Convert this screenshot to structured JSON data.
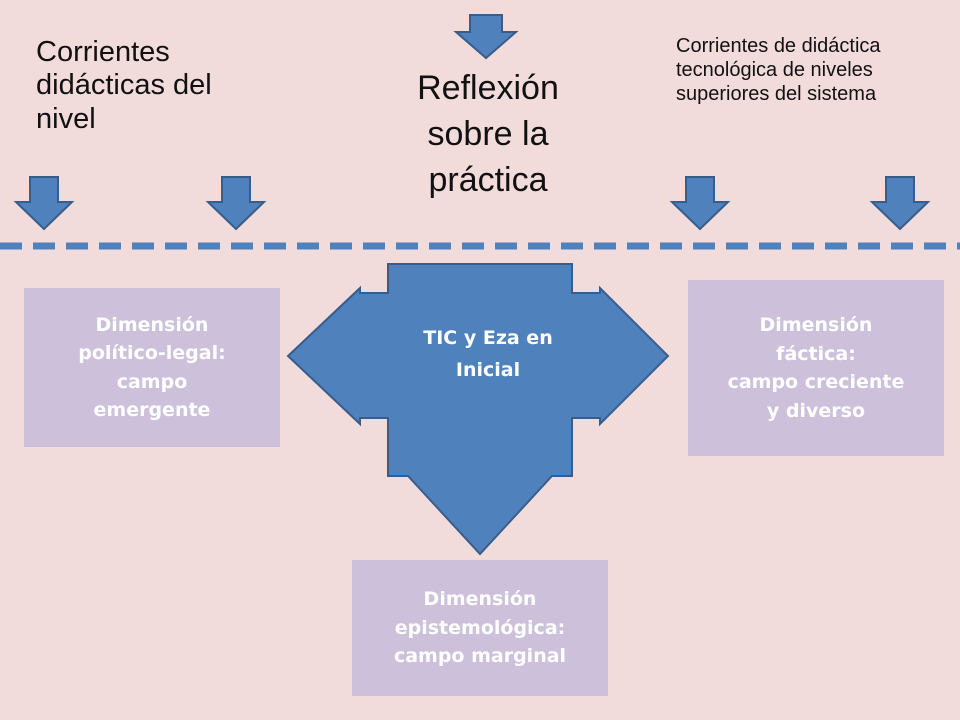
{
  "colors": {
    "background": "#f2dcdb",
    "arrow_fill": "#4f81bd",
    "arrow_stroke": "#385d8a",
    "box_fill": "#ccc0da",
    "dash_line": "#4f81bd"
  },
  "top_labels": {
    "left": "Corrientes didácticas del nivel",
    "center": "Reflexión sobre la práctica",
    "right": "Corrientes de didáctica tecnológica de niveles superiores del sistema"
  },
  "center_shape": {
    "label": "TIC y Eza en Inicial"
  },
  "dimensions": {
    "left": "Dimensión\npolítico-legal:\ncampo\nemergente",
    "right": "Dimensión\nfáctica:\ncampo  creciente\ny diverso",
    "bottom": "Dimensión\nepistemológica:\ncampo marginal"
  }
}
